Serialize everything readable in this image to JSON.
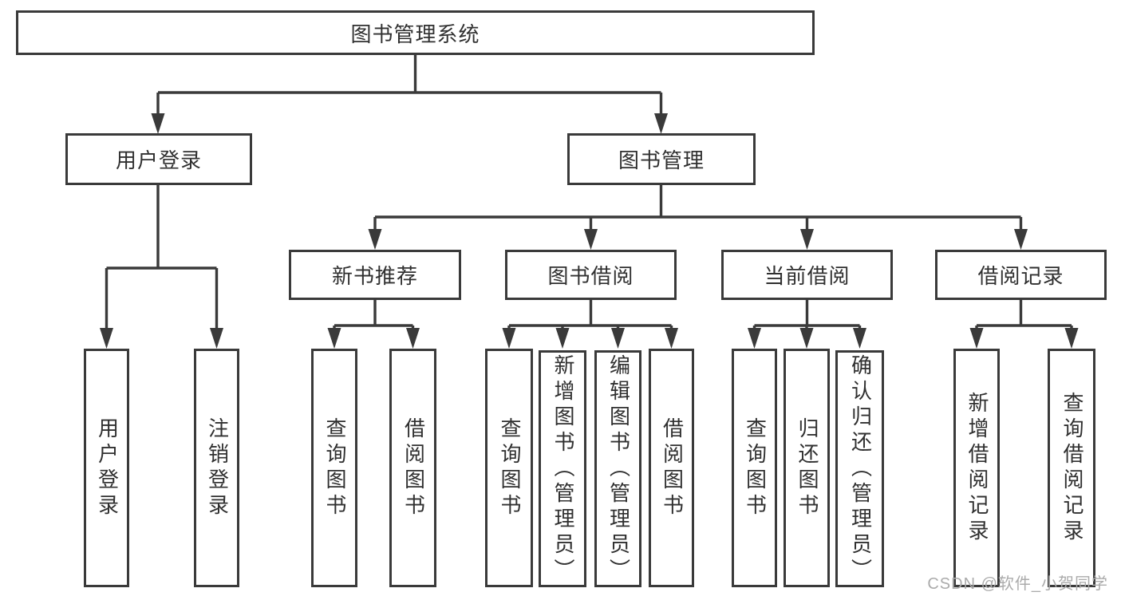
{
  "diagram": {
    "root": {
      "label": "图书管理系统"
    },
    "branches": {
      "user_login": {
        "label": "用户登录",
        "children": [
          {
            "label": "用户登录"
          },
          {
            "label": "注销登录"
          }
        ]
      },
      "book_management": {
        "label": "图书管理",
        "children": [
          {
            "label": "新书推荐",
            "children": [
              {
                "label": "查询图书"
              },
              {
                "label": "借阅图书"
              }
            ]
          },
          {
            "label": "图书借阅",
            "children": [
              {
                "label": "查询图书"
              },
              {
                "label": "新增图书（管理员）"
              },
              {
                "label": "编辑图书（管理员）"
              },
              {
                "label": "借阅图书"
              }
            ]
          },
          {
            "label": "当前借阅",
            "children": [
              {
                "label": "查询图书"
              },
              {
                "label": "归还图书"
              },
              {
                "label": "确认归还（管理员）"
              }
            ]
          },
          {
            "label": "借阅记录",
            "children": [
              {
                "label": "新增借阅记录"
              },
              {
                "label": "查询借阅记录"
              }
            ]
          }
        ]
      }
    }
  },
  "watermark": {
    "text": "CSDN @软件_小贺同学"
  },
  "colors": {
    "line": "#3a3a3a",
    "text": "#303030",
    "watermark": "#ababab",
    "background": "#ffffff"
  }
}
